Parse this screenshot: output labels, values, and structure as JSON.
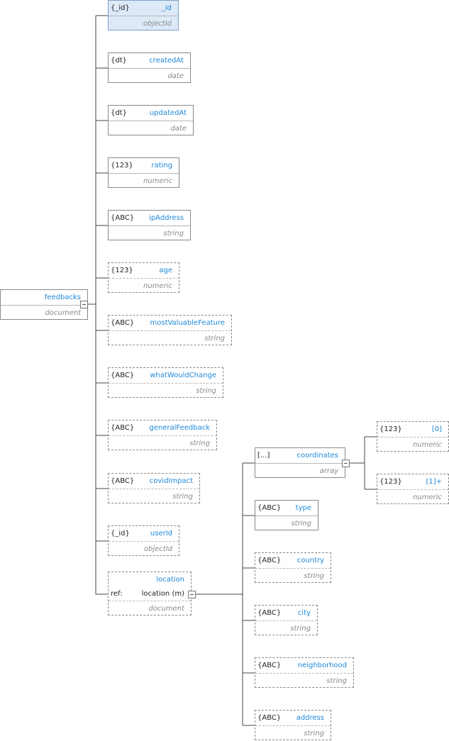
{
  "root": {
    "name": "feedbacks",
    "type": "document"
  },
  "fields": [
    {
      "icon": "{_id}",
      "name": "_id",
      "type": "objectId",
      "optional": false,
      "selected": true
    },
    {
      "icon": "{dt}",
      "name": "createdAt",
      "type": "date",
      "optional": false,
      "selected": false
    },
    {
      "icon": "{dt}",
      "name": "updatedAt",
      "type": "date",
      "optional": false,
      "selected": false
    },
    {
      "icon": "{123}",
      "name": "rating",
      "type": "numeric",
      "optional": false,
      "selected": false
    },
    {
      "icon": "{ABC}",
      "name": "ipAddress",
      "type": "string",
      "optional": false,
      "selected": false
    },
    {
      "icon": "{123}",
      "name": "age",
      "type": "numeric",
      "optional": true,
      "selected": false
    },
    {
      "icon": "{ABC}",
      "name": "mostValuableFeature",
      "type": "string",
      "optional": true,
      "selected": false
    },
    {
      "icon": "{ABC}",
      "name": "whatWouldChange",
      "type": "string",
      "optional": true,
      "selected": false
    },
    {
      "icon": "{ABC}",
      "name": "generalFeedback",
      "type": "string",
      "optional": true,
      "selected": false
    },
    {
      "icon": "{ABC}",
      "name": "covidImpact",
      "type": "string",
      "optional": true,
      "selected": false
    },
    {
      "icon": "{_id}",
      "name": "userId",
      "type": "objectId",
      "optional": true,
      "selected": false
    }
  ],
  "location": {
    "name": "location",
    "ref_label": "ref:",
    "ref_value": "location (m)",
    "type": "document",
    "optional": true
  },
  "location_fields": [
    {
      "icon": "[...]",
      "name": "coordinates",
      "type": "array",
      "optional": false
    },
    {
      "icon": "{ABC}",
      "name": "type",
      "type": "string",
      "optional": false
    },
    {
      "icon": "{ABC}",
      "name": "country",
      "type": "string",
      "optional": true
    },
    {
      "icon": "{ABC}",
      "name": "city",
      "type": "string",
      "optional": true
    },
    {
      "icon": "{ABC}",
      "name": "neighborhood",
      "type": "string",
      "optional": true
    },
    {
      "icon": "{ABC}",
      "name": "address",
      "type": "string",
      "optional": true
    }
  ],
  "coordinate_items": [
    {
      "icon": "{123}",
      "name": "[0]",
      "type": "numeric",
      "optional": true
    },
    {
      "icon": "{123}",
      "name": "[1]+",
      "type": "numeric",
      "optional": true
    }
  ]
}
